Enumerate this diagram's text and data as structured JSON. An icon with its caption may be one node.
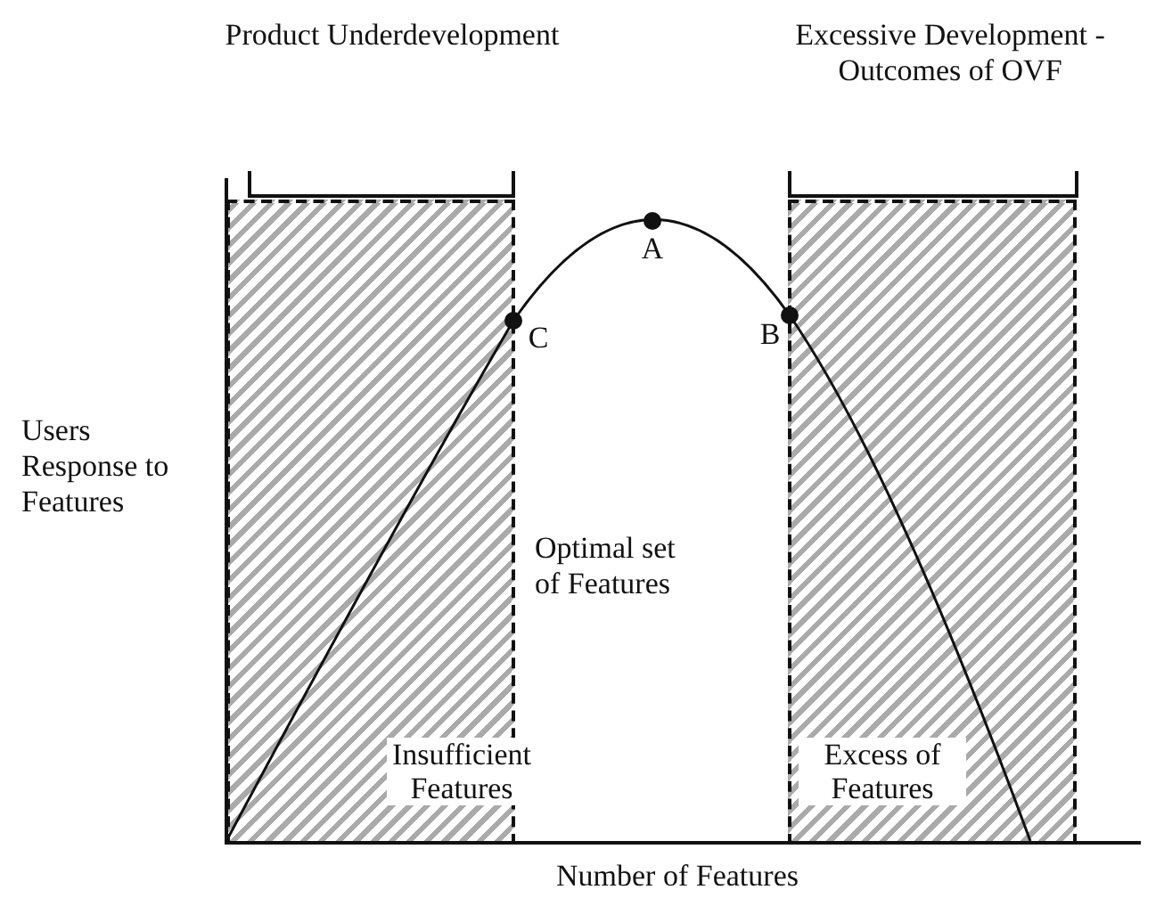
{
  "diagram": {
    "nodes": [
      {
        "text": [
          "Insufficient Features"
        ]
      },
      {
        "text": [
          "Excess of Features"
        ]
      }
    ],
    "labels": [
      "Product Underdevelopment",
      "Excessive Development - Outcomes of OVF",
      "A",
      "C",
      "B",
      "Users Response to Features",
      "Optimal set of Features",
      "Number of Features"
    ]
  }
}
